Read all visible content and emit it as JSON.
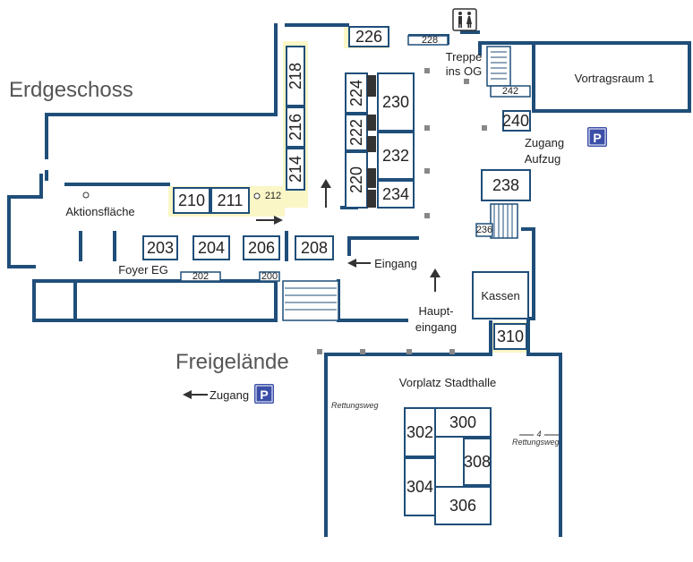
{
  "labels": {
    "erdgeschoss": "Erdgeschoss",
    "freigelaende": "Freigelände",
    "aktionsflaeche": "Aktionsfläche",
    "foyer": "Foyer EG",
    "vortragsraum": "Vortragsraum 1",
    "treppe_line1": "Treppe",
    "treppe_line2": "ins OG",
    "zugang_aufzug_line1": "Zugang",
    "zugang_aufzug_line2": "Aufzug",
    "eingang": "Eingang",
    "haupteingang_line1": "Haupt-",
    "haupteingang_line2": "eingang",
    "kassen": "Kassen",
    "vorplatz": "Vorplatz Stadthalle",
    "zugang": "Zugang",
    "rettungsweg_left": "Rettungsweg",
    "rettungsweg_right": "Rettungsweg",
    "rettungsweg_right_num": "4"
  },
  "rooms": {
    "r226": "226",
    "r228": "228",
    "r242": "242",
    "r240": "240",
    "r218": "218",
    "r216": "216",
    "r214": "214",
    "r212": "212",
    "r210": "210",
    "r211": "211",
    "r224": "224",
    "r222": "222",
    "r220": "220",
    "r230": "230",
    "r232": "232",
    "r234": "234",
    "r238": "238",
    "r236": "236",
    "r203": "203",
    "r204": "204",
    "r206": "206",
    "r208": "208",
    "r202": "202",
    "r200": "200",
    "r310": "310",
    "r300": "300",
    "r302": "302",
    "r304": "304",
    "r306": "306",
    "r308": "308"
  },
  "icons": {
    "parking": "P",
    "restroom": "restroom-icon"
  },
  "colors": {
    "wall": "#1f4e79",
    "highlight": "#fbf6c6",
    "parking_bg": "#3b4fa8"
  }
}
